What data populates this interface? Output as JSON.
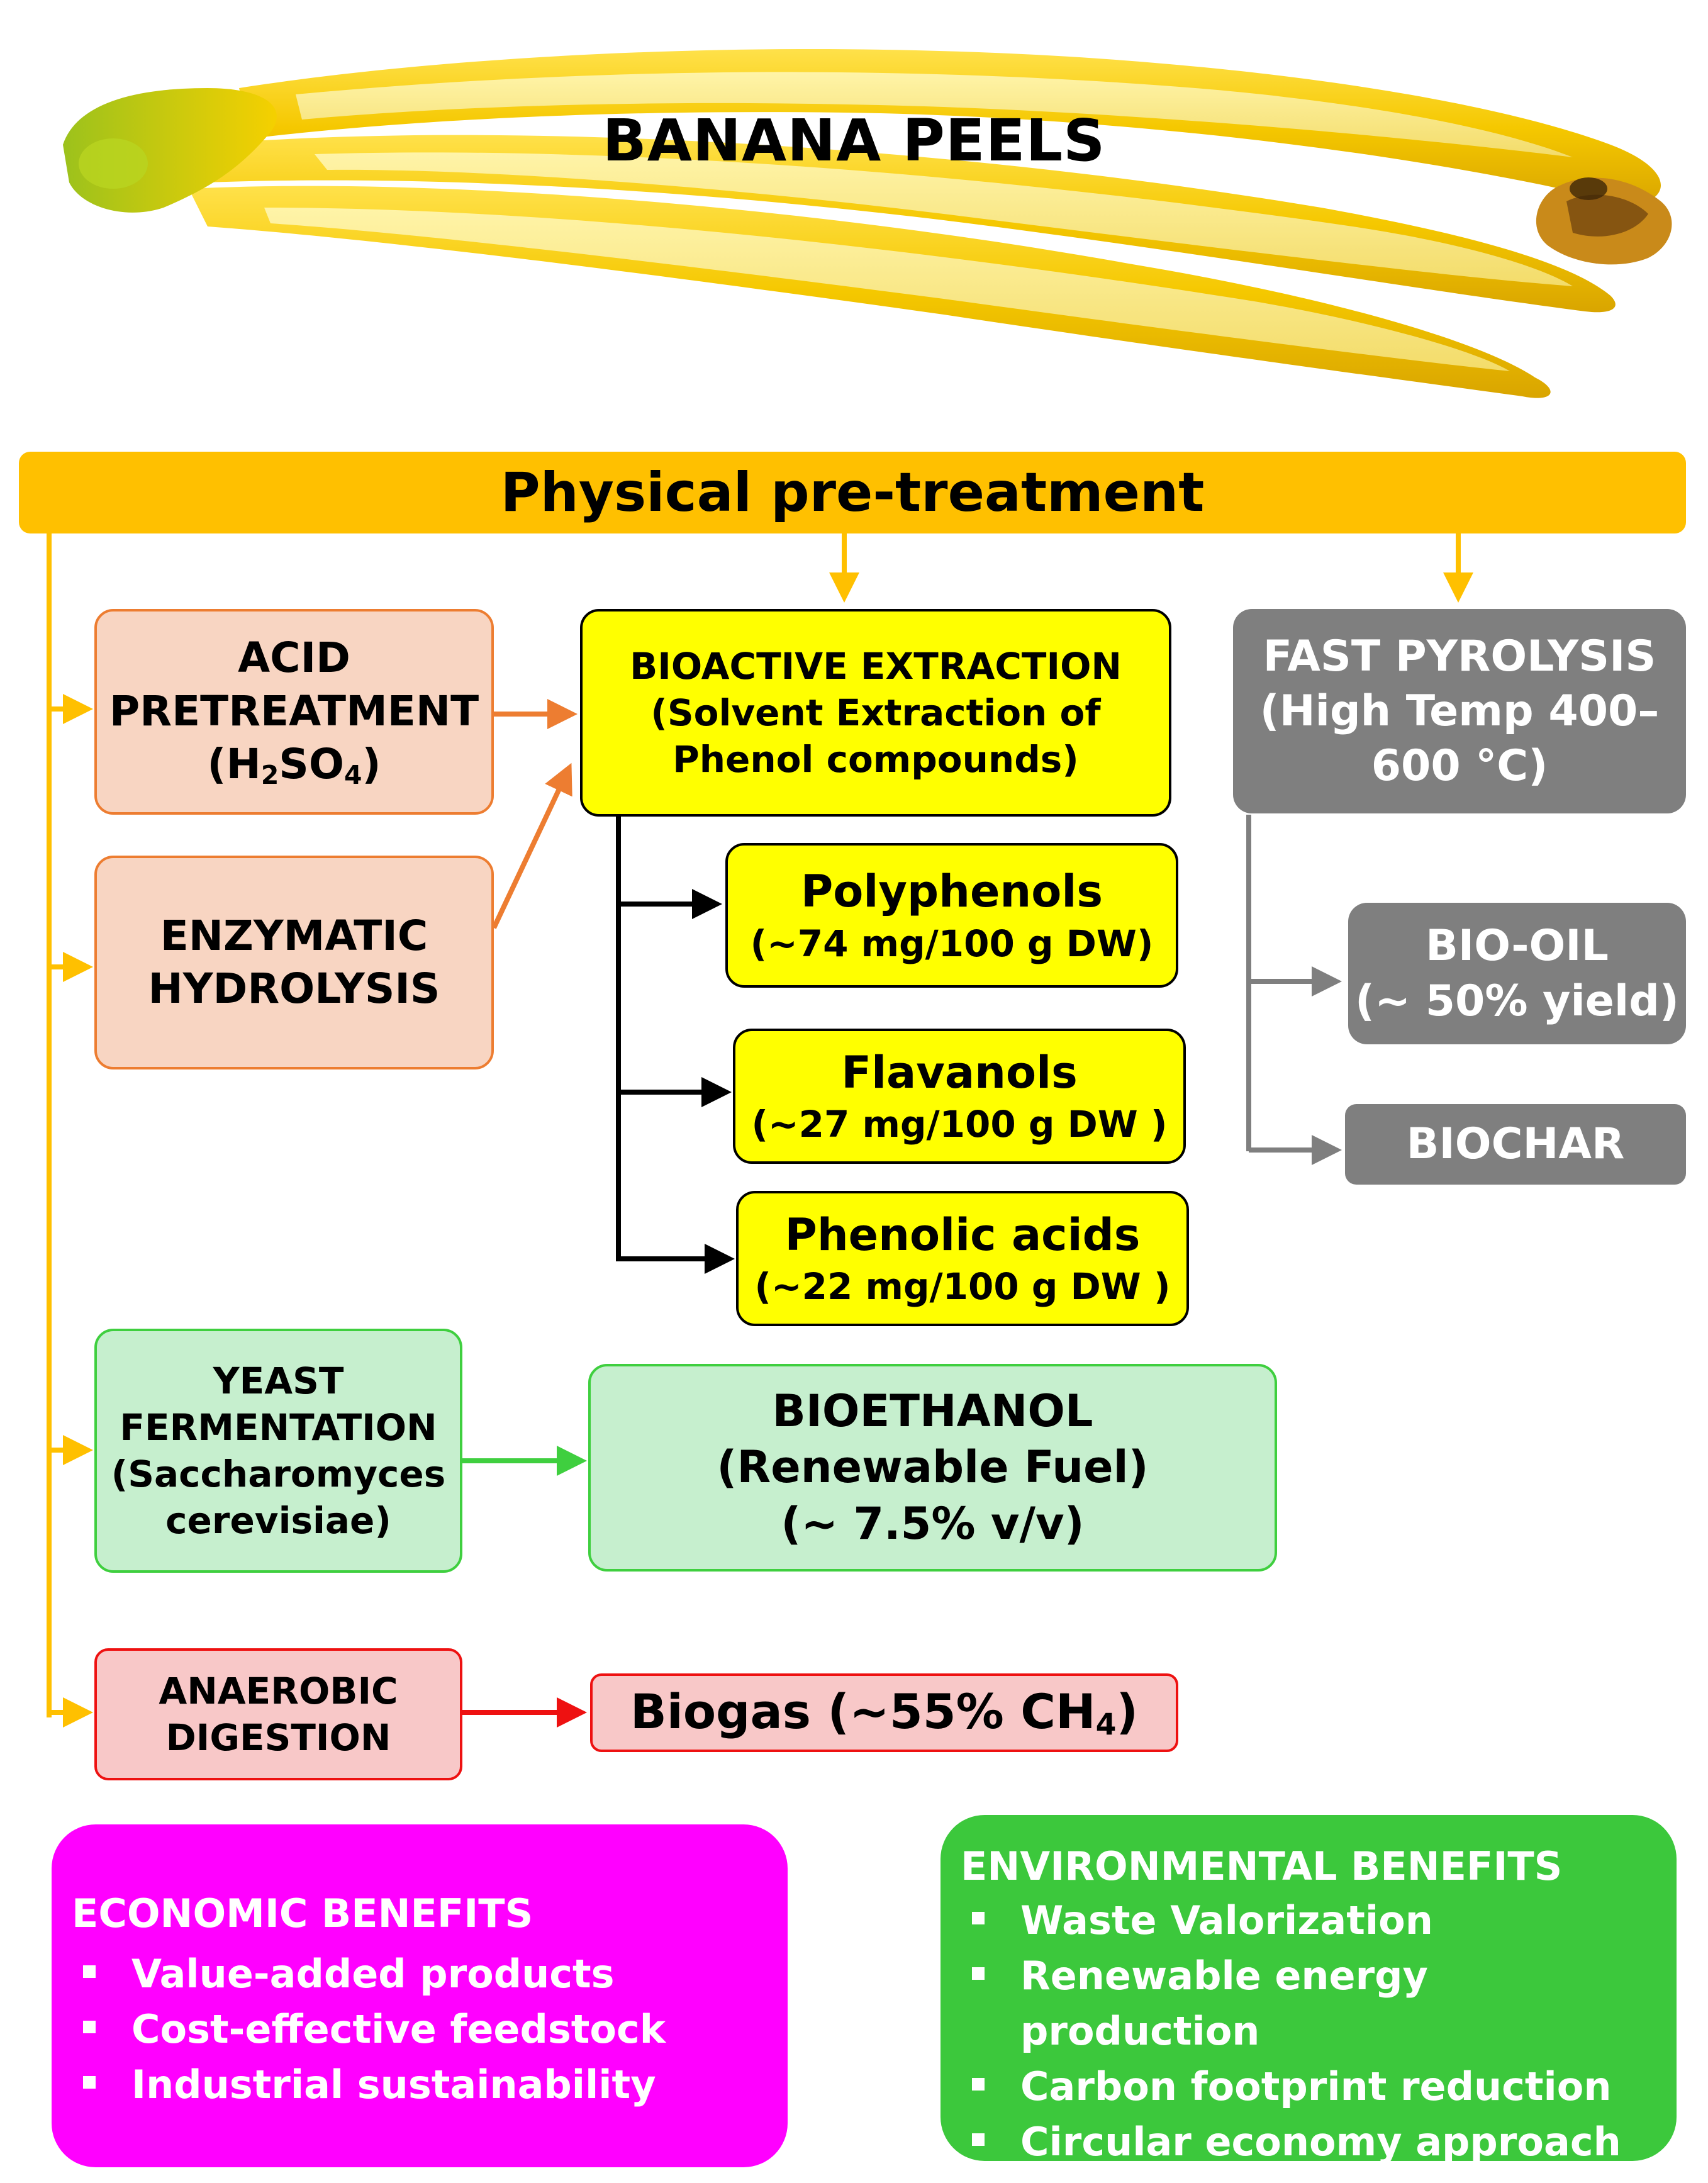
{
  "title": "BANANA PEELS",
  "pretreatment": "Physical pre-treatment",
  "acid": {
    "line1": "ACID",
    "line2": "PRETREATMENT",
    "formula_pre": "(H",
    "formula_sub1": "2",
    "formula_mid": "SO",
    "formula_sub2": "4",
    "formula_post": ")"
  },
  "enzymatic": {
    "line1": "ENZYMATIC",
    "line2": "HYDROLYSIS"
  },
  "bioactive": {
    "line1": "BIOACTIVE EXTRACTION",
    "line2": "(Solvent Extraction of",
    "line3": "Phenol compounds)"
  },
  "products": [
    {
      "name": "Polyphenols",
      "value": "(~74 mg/100 g DW)"
    },
    {
      "name": "Flavanols",
      "value": "(~27 mg/100 g DW )"
    },
    {
      "name": "Phenolic acids",
      "value": "(~22 mg/100 g DW )"
    }
  ],
  "pyrolysis": {
    "line1": "FAST PYROLYSIS",
    "line2": "(High Temp 400–",
    "line3": "600 °C)"
  },
  "biooil": {
    "line1": "BIO-OIL",
    "line2": "(~ 50% yield)"
  },
  "biochar": "BIOCHAR",
  "yeast": {
    "line1": "YEAST",
    "line2": "FERMENTATION",
    "line3": "(Saccharomyces",
    "line4": "cerevisiae)"
  },
  "bioethanol": {
    "line1": "BIOETHANOL",
    "line2": "(Renewable Fuel)",
    "line3": "(~ 7.5% v/v)"
  },
  "anaerobic": {
    "line1": "ANAEROBIC",
    "line2": "DIGESTION"
  },
  "biogas": {
    "pre": "Biogas (~55% CH",
    "sub": "4",
    "post": ")"
  },
  "economic": {
    "heading": "ECONOMIC BENEFITS",
    "items": [
      "Value-added products",
      "Cost-effective feedstock",
      "Industrial sustainability"
    ]
  },
  "environmental": {
    "heading": "ENVIRONMENTAL BENEFITS",
    "items": [
      "Waste Valorization",
      "Renewable energy production",
      "Carbon footprint reduction",
      "Circular economy approach"
    ]
  },
  "colors": {
    "pretreatment": "#ffc000",
    "salmon_fill": "#f8d5c2",
    "salmon_stroke": "#ed7d31",
    "yellow_fill": "#ffff00",
    "grey": "#7f7f7f",
    "green_fill": "#c6efce",
    "green_stroke": "#3fcf3f",
    "red_fill": "#f8c8c8",
    "red_stroke": "#ee1111",
    "economic": "#ff00ff",
    "environmental": "#3cc83c"
  }
}
